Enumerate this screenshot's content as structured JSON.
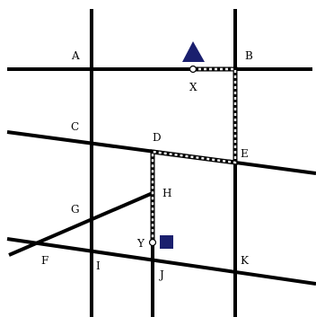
{
  "labels": {
    "A": "A",
    "B": "B",
    "C": "C",
    "D": "D",
    "E": "E",
    "F": "F",
    "G": "G",
    "H": "H",
    "I": "I",
    "J": "J",
    "K": "K",
    "X": "X",
    "Y": "Y"
  },
  "marker_colors": {
    "triangle": "#1a1f6e",
    "square": "#1a1f6e",
    "lines": "#000000"
  }
}
